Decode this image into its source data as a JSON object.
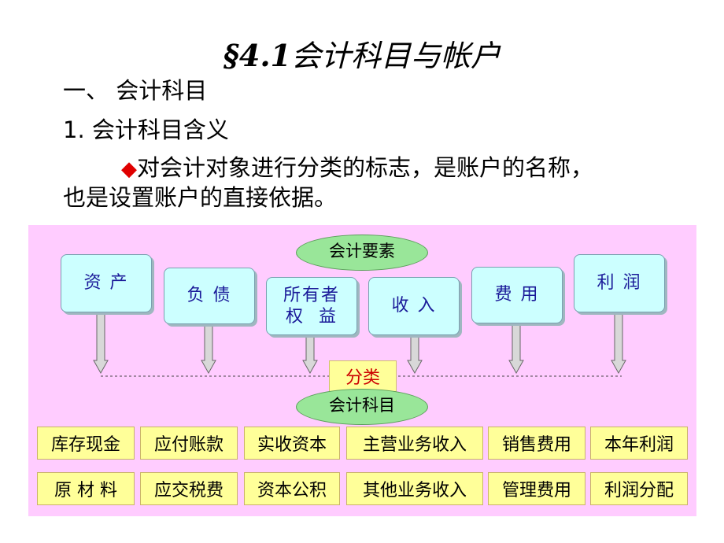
{
  "title": {
    "prefix": "§4.1",
    "text": "会计科目与帐户"
  },
  "heading1": "一、  会计科目",
  "heading2": "1. 会计科目含义",
  "definition": {
    "bullet": "◆",
    "line1": "对会计对象进行分类的标志，是账户的名称，",
    "line2": "也是设置账户的直接依据。"
  },
  "diagram": {
    "top_ellipse": "会计要素",
    "elements": [
      "资 产",
      "负 债",
      "所有者\n权  益",
      "收 入",
      "费 用",
      "利 润"
    ],
    "classify": "分类",
    "bottom_ellipse": "会计科目",
    "subjects_row1": [
      "库存现金",
      "应付账款",
      "实收资本",
      "主营业务收入",
      "销售费用",
      "本年利润"
    ],
    "subjects_row2": [
      "原 材 料",
      "应交税费",
      "资本公积",
      "其他业务收入",
      "管理费用",
      "利润分配"
    ]
  },
  "colors": {
    "panel": "#ffccff",
    "element_box": "#ccffff",
    "ellipse": "#99e699",
    "tag": "#ffff99",
    "bullet": "#e00000"
  }
}
